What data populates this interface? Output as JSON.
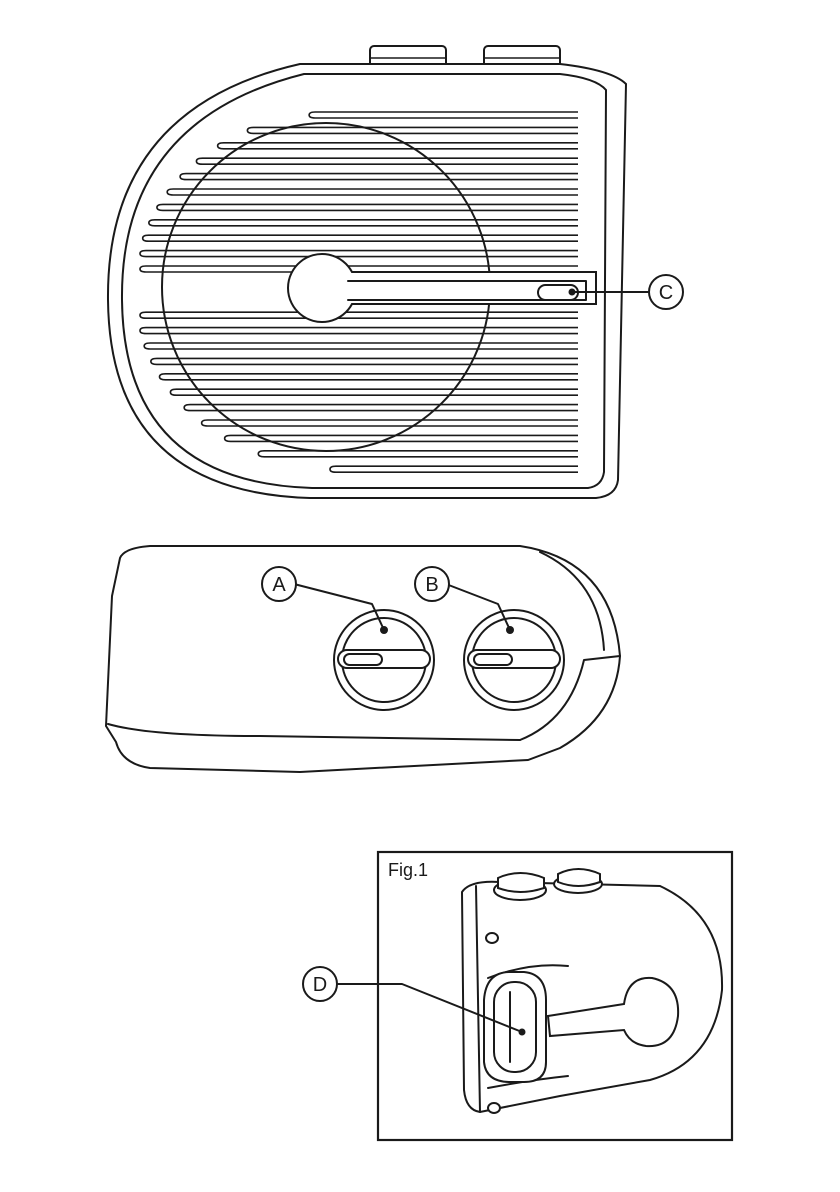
{
  "callouts": {
    "a": "A",
    "b": "B",
    "c": "C",
    "d": "D"
  },
  "inset": {
    "title": "Fig.1"
  },
  "colors": {
    "line": "#1a1a1a",
    "background": "#ffffff"
  }
}
